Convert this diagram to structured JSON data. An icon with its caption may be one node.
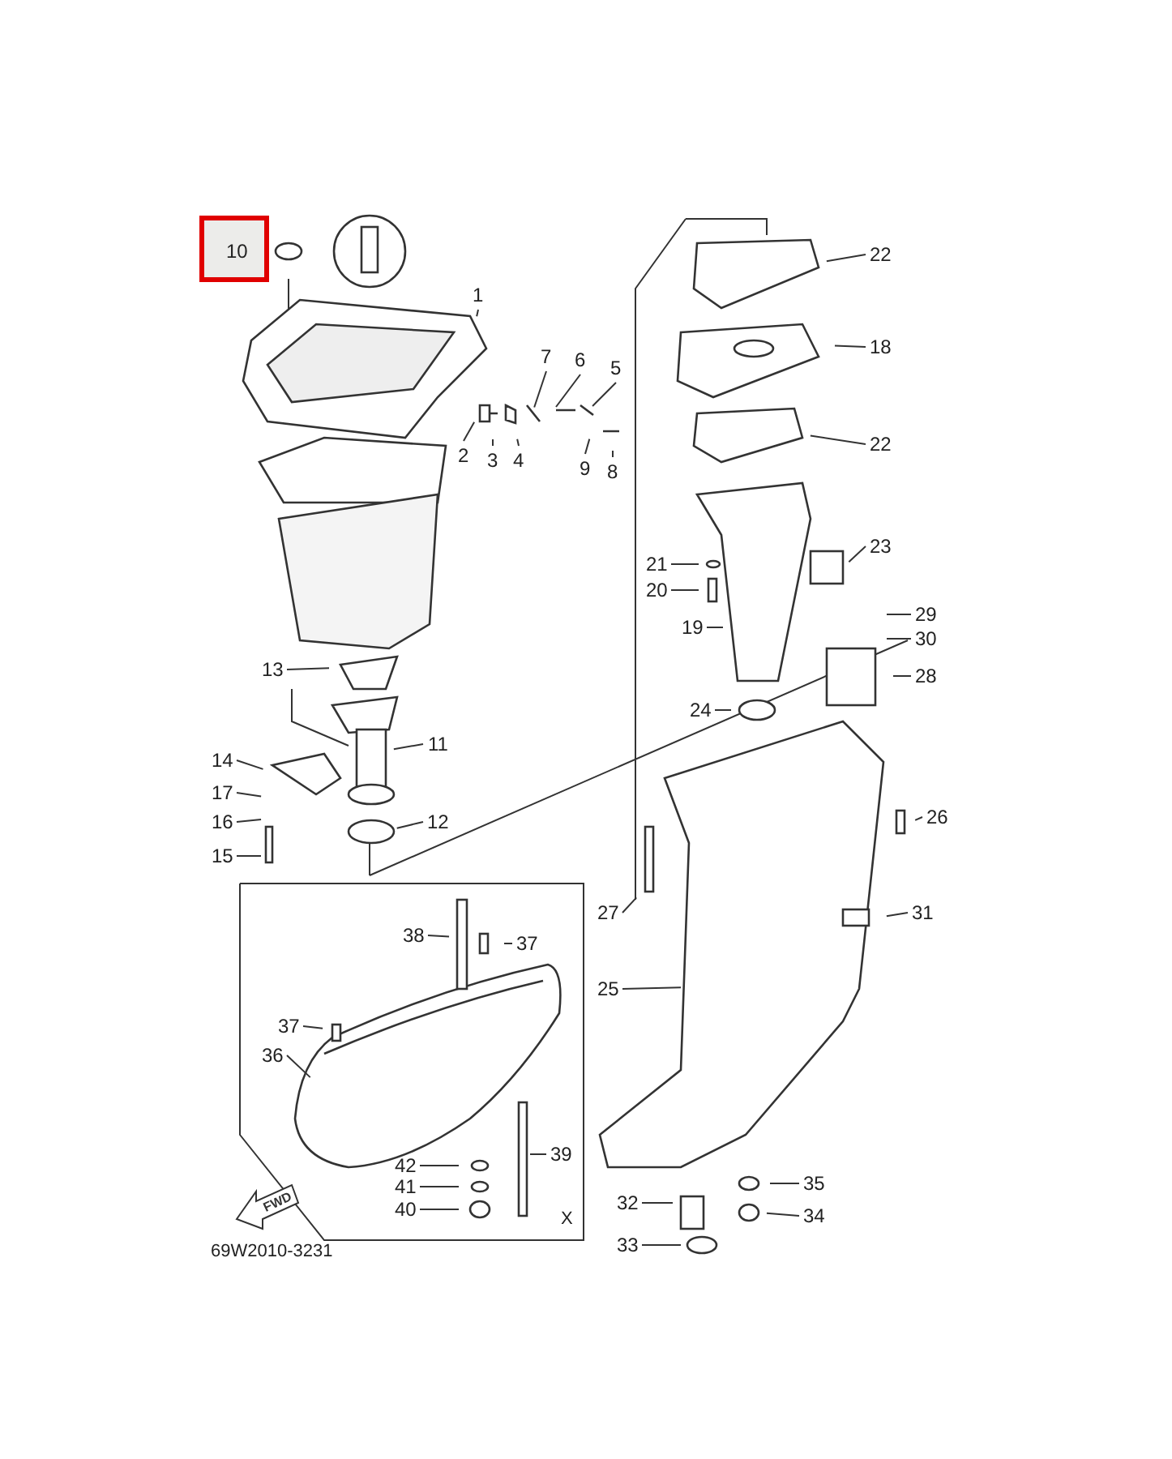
{
  "diagram": {
    "nodes": [
      {
        "text": [
          "10"
        ]
      },
      {
        "text": [
          "1"
        ]
      },
      {
        "text": [
          "2"
        ]
      },
      {
        "text": [
          "3"
        ]
      },
      {
        "text": [
          "4"
        ]
      },
      {
        "text": [
          "7"
        ]
      },
      {
        "text": [
          "6"
        ]
      },
      {
        "text": [
          "5"
        ]
      },
      {
        "text": [
          "9"
        ]
      },
      {
        "text": [
          "8"
        ]
      },
      {
        "text": [
          "22"
        ]
      },
      {
        "text": [
          "18"
        ]
      },
      {
        "text": [
          "22"
        ]
      },
      {
        "text": [
          "23"
        ]
      },
      {
        "text": [
          "21"
        ]
      },
      {
        "text": [
          "20"
        ]
      },
      {
        "text": [
          "19"
        ]
      },
      {
        "text": [
          "29"
        ]
      },
      {
        "text": [
          "30"
        ]
      },
      {
        "text": [
          "28"
        ]
      },
      {
        "text": [
          "24"
        ]
      },
      {
        "text": [
          "13"
        ]
      },
      {
        "text": [
          "11"
        ]
      },
      {
        "text": [
          "14"
        ]
      },
      {
        "text": [
          "17"
        ]
      },
      {
        "text": [
          "16"
        ]
      },
      {
        "text": [
          "15"
        ]
      },
      {
        "text": [
          "12"
        ]
      },
      {
        "text": [
          "26"
        ]
      },
      {
        "text": [
          "27"
        ]
      },
      {
        "text": [
          "31"
        ]
      },
      {
        "text": [
          "38"
        ]
      },
      {
        "text": [
          "37"
        ]
      },
      {
        "text": [
          "25"
        ]
      },
      {
        "text": [
          "37"
        ]
      },
      {
        "text": [
          "36"
        ]
      },
      {
        "text": [
          "39"
        ]
      },
      {
        "text": [
          "42"
        ]
      },
      {
        "text": [
          "41"
        ]
      },
      {
        "text": [
          "40"
        ]
      },
      {
        "text": [
          "35"
        ]
      },
      {
        "text": [
          "32"
        ]
      },
      {
        "text": [
          "34"
        ]
      },
      {
        "text": [
          "33"
        ]
      }
    ],
    "edges": [
      {
        "from": 0,
        "to": null,
        "arrow": "none"
      },
      {
        "from": 1,
        "to": null,
        "arrow": "none"
      },
      {
        "from": 2,
        "to": null,
        "arrow": "none"
      },
      {
        "from": 3,
        "to": null,
        "arrow": "none"
      },
      {
        "from": 4,
        "to": null,
        "arrow": "none"
      },
      {
        "from": 5,
        "to": null,
        "arrow": "none"
      },
      {
        "from": 6,
        "to": null,
        "arrow": "none"
      },
      {
        "from": 7,
        "to": null,
        "arrow": "none"
      },
      {
        "from": 8,
        "to": null,
        "arrow": "none"
      },
      {
        "from": 9,
        "to": null,
        "arrow": "none"
      },
      {
        "from": 10,
        "to": null,
        "arrow": "none"
      },
      {
        "from": 11,
        "to": null,
        "arrow": "none"
      },
      {
        "from": 12,
        "to": null,
        "arrow": "none"
      },
      {
        "from": 13,
        "to": null,
        "arrow": "none"
      },
      {
        "from": 14,
        "to": null,
        "arrow": "none"
      },
      {
        "from": 15,
        "to": null,
        "arrow": "none"
      },
      {
        "from": 16,
        "to": null,
        "arrow": "none"
      },
      {
        "from": 17,
        "to": null,
        "arrow": "none"
      },
      {
        "from": 18,
        "to": null,
        "arrow": "none"
      },
      {
        "from": 19,
        "to": null,
        "arrow": "none"
      },
      {
        "from": 20,
        "to": null,
        "arrow": "none"
      },
      {
        "from": 21,
        "to": null,
        "arrow": "none"
      },
      {
        "from": 22,
        "to": null,
        "arrow": "none"
      },
      {
        "from": 23,
        "to": null,
        "arrow": "none"
      },
      {
        "from": 24,
        "to": null,
        "arrow": "none"
      },
      {
        "from": 25,
        "to": null,
        "arrow": "none"
      },
      {
        "from": 26,
        "to": null,
        "arrow": "none"
      },
      {
        "from": 27,
        "to": null,
        "arrow": "none"
      },
      {
        "from": 28,
        "to": null,
        "arrow": "none"
      },
      {
        "from": 29,
        "to": null,
        "arrow": "none"
      },
      {
        "from": 30,
        "to": null,
        "arrow": "none"
      },
      {
        "from": 31,
        "to": null,
        "arrow": "none"
      },
      {
        "from": 32,
        "to": null,
        "arrow": "none"
      },
      {
        "from": 33,
        "to": null,
        "arrow": "none"
      },
      {
        "from": 34,
        "to": null,
        "arrow": "none"
      },
      {
        "from": 35,
        "to": null,
        "arrow": "none"
      },
      {
        "from": 36,
        "to": null,
        "arrow": "none"
      },
      {
        "from": 37,
        "to": null,
        "arrow": "none"
      },
      {
        "from": 38,
        "to": null,
        "arrow": "none"
      },
      {
        "from": 39,
        "to": null,
        "arrow": "none"
      },
      {
        "from": 40,
        "to": null,
        "arrow": "none"
      },
      {
        "from": 41,
        "to": null,
        "arrow": "none"
      },
      {
        "from": 42,
        "to": null,
        "arrow": "none"
      },
      {
        "from": 43,
        "to": null,
        "arrow": "none"
      }
    ],
    "labels": [
      "FWD",
      "X",
      "69W2010-3231"
    ]
  }
}
